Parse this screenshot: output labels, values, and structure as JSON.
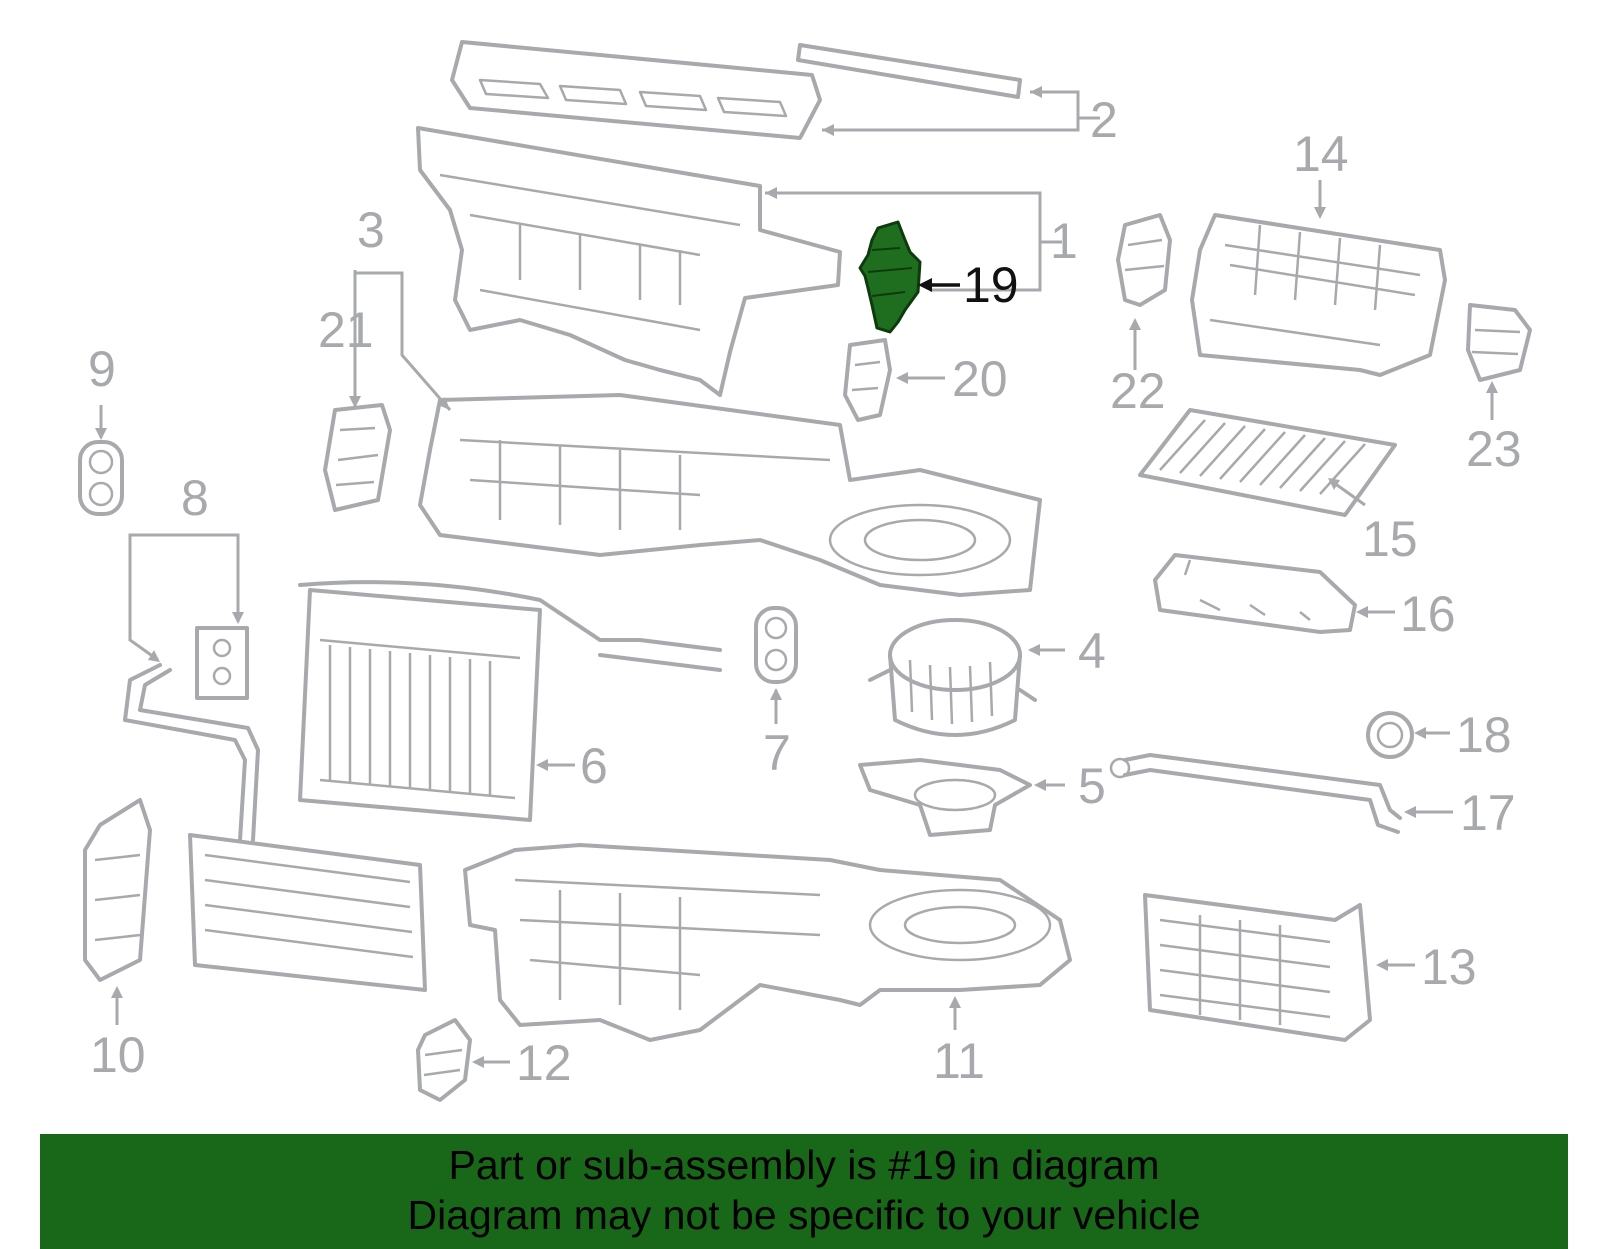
{
  "diagram": {
    "highlighted_part": "19",
    "callouts": [
      {
        "id": "c1",
        "label": "1"
      },
      {
        "id": "c2",
        "label": "2"
      },
      {
        "id": "c3",
        "label": "3"
      },
      {
        "id": "c4",
        "label": "4"
      },
      {
        "id": "c5",
        "label": "5"
      },
      {
        "id": "c6",
        "label": "6"
      },
      {
        "id": "c7",
        "label": "7"
      },
      {
        "id": "c8",
        "label": "8"
      },
      {
        "id": "c9",
        "label": "9"
      },
      {
        "id": "c10",
        "label": "10"
      },
      {
        "id": "c11",
        "label": "11"
      },
      {
        "id": "c12",
        "label": "12"
      },
      {
        "id": "c13",
        "label": "13"
      },
      {
        "id": "c14",
        "label": "14"
      },
      {
        "id": "c15",
        "label": "15"
      },
      {
        "id": "c16",
        "label": "16"
      },
      {
        "id": "c17",
        "label": "17"
      },
      {
        "id": "c18",
        "label": "18"
      },
      {
        "id": "c19",
        "label": "19"
      },
      {
        "id": "c20",
        "label": "20"
      },
      {
        "id": "c21",
        "label": "21"
      },
      {
        "id": "c22",
        "label": "22"
      },
      {
        "id": "c23",
        "label": "23"
      }
    ],
    "colors": {
      "line_art": "#a7a9ac",
      "highlight_part": "#1f6e1f",
      "highlight_label": "#111111",
      "banner_background": "#196819"
    }
  },
  "banner": {
    "line1": "Part or sub-assembly is #19 in diagram",
    "line2": "Diagram may not be specific to your vehicle"
  }
}
